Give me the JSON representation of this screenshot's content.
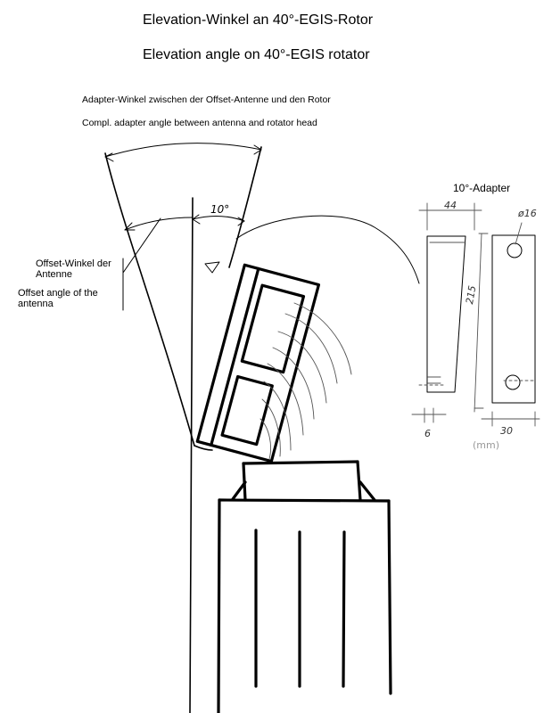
{
  "titles": {
    "de": "Elevation-Winkel an 40°-EGIS-Rotor",
    "en": "Elevation angle on 40°-EGIS rotator"
  },
  "adapter_angle": {
    "de": "Adapter-Winkel zwischen der Offset-Antenne und den Rotor",
    "en": "Compl. adapter angle between antenna and rotator head"
  },
  "offset_angle": {
    "de_line1": "Offset-Winkel der",
    "de_line2": "Antenne",
    "en_line1": "Offset angle of the",
    "en_line2": "antenna"
  },
  "angle_label": "10°",
  "adapter_sketch": {
    "title": "10°-Adapter",
    "dim_top_width": "44",
    "dim_hole": "ø16",
    "dim_length": "215",
    "dim_bottom_thickness": "6",
    "dim_bottom_width": "30",
    "unit": "(mm)"
  }
}
